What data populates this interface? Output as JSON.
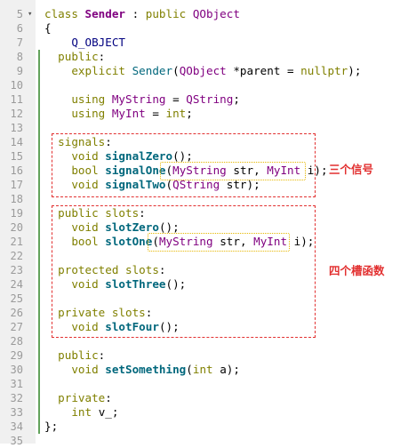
{
  "editor": {
    "line_numbers": [
      "5",
      "6",
      "7",
      "8",
      "9",
      "10",
      "11",
      "12",
      "13",
      "14",
      "15",
      "16",
      "17",
      "18",
      "19",
      "20",
      "21",
      "22",
      "23",
      "24",
      "25",
      "26",
      "27",
      "28",
      "29",
      "30",
      "31",
      "32",
      "33",
      "34",
      "35"
    ],
    "fold_markers": {
      "0": "▾"
    },
    "changed_lines": [
      3,
      4,
      5,
      6,
      7,
      8,
      9,
      10,
      11,
      12,
      13,
      14,
      15,
      16,
      17,
      18,
      19,
      20,
      21,
      22,
      23,
      24,
      25,
      26,
      27,
      28,
      29
    ],
    "lines": [
      [
        {
          "t": "class ",
          "c": "kw"
        },
        {
          "t": "Sender",
          "c": "ty b"
        },
        {
          "t": " : "
        },
        {
          "t": "public ",
          "c": "kw"
        },
        {
          "t": "QObject",
          "c": "ty"
        }
      ],
      [
        {
          "t": "{"
        }
      ],
      [
        {
          "t": "    "
        },
        {
          "t": "Q_OBJECT",
          "c": "mac"
        }
      ],
      [
        {
          "t": "  "
        },
        {
          "t": "public",
          "c": "kw"
        },
        {
          "t": ":"
        }
      ],
      [
        {
          "t": "    "
        },
        {
          "t": "explicit ",
          "c": "kw"
        },
        {
          "t": "Sender",
          "c": "fp"
        },
        {
          "t": "("
        },
        {
          "t": "QObject",
          "c": "ty"
        },
        {
          "t": " *parent = "
        },
        {
          "t": "nullptr",
          "c": "kw"
        },
        {
          "t": ");"
        }
      ],
      [],
      [
        {
          "t": "    "
        },
        {
          "t": "using ",
          "c": "kw"
        },
        {
          "t": "MyString",
          "c": "ty"
        },
        {
          "t": " = "
        },
        {
          "t": "QString",
          "c": "ty"
        },
        {
          "t": ";"
        }
      ],
      [
        {
          "t": "    "
        },
        {
          "t": "using ",
          "c": "kw"
        },
        {
          "t": "MyInt",
          "c": "ty"
        },
        {
          "t": " = "
        },
        {
          "t": "int",
          "c": "kw"
        },
        {
          "t": ";"
        }
      ],
      [],
      [
        {
          "t": "  "
        },
        {
          "t": "signals",
          "c": "kw"
        },
        {
          "t": ":"
        }
      ],
      [
        {
          "t": "    "
        },
        {
          "t": "void ",
          "c": "kw"
        },
        {
          "t": "signalZero",
          "c": "fn"
        },
        {
          "t": "();"
        }
      ],
      [
        {
          "t": "    "
        },
        {
          "t": "bool ",
          "c": "kw"
        },
        {
          "t": "signalOne",
          "c": "fn"
        },
        {
          "t": "("
        },
        {
          "t": "MyString",
          "c": "ty"
        },
        {
          "t": " str, "
        },
        {
          "t": "MyInt",
          "c": "ty"
        },
        {
          "t": " i);"
        }
      ],
      [
        {
          "t": "    "
        },
        {
          "t": "void ",
          "c": "kw"
        },
        {
          "t": "signalTwo",
          "c": "fn"
        },
        {
          "t": "("
        },
        {
          "t": "QString",
          "c": "ty"
        },
        {
          "t": " str);"
        }
      ],
      [],
      [
        {
          "t": "  "
        },
        {
          "t": "public ",
          "c": "kw"
        },
        {
          "t": "slots",
          "c": "kw"
        },
        {
          "t": ":"
        }
      ],
      [
        {
          "t": "    "
        },
        {
          "t": "void ",
          "c": "kw"
        },
        {
          "t": "slotZero",
          "c": "fn"
        },
        {
          "t": "();"
        }
      ],
      [
        {
          "t": "    "
        },
        {
          "t": "bool ",
          "c": "kw"
        },
        {
          "t": "slotOne",
          "c": "fn"
        },
        {
          "t": "("
        },
        {
          "t": "MyString",
          "c": "ty"
        },
        {
          "t": " str, "
        },
        {
          "t": "MyInt",
          "c": "ty"
        },
        {
          "t": " i);"
        }
      ],
      [],
      [
        {
          "t": "  "
        },
        {
          "t": "protected ",
          "c": "kw"
        },
        {
          "t": "slots",
          "c": "kw"
        },
        {
          "t": ":"
        }
      ],
      [
        {
          "t": "    "
        },
        {
          "t": "void ",
          "c": "kw"
        },
        {
          "t": "slotThree",
          "c": "fn"
        },
        {
          "t": "();"
        }
      ],
      [],
      [
        {
          "t": "  "
        },
        {
          "t": "private ",
          "c": "kw"
        },
        {
          "t": "slots",
          "c": "kw"
        },
        {
          "t": ":"
        }
      ],
      [
        {
          "t": "    "
        },
        {
          "t": "void ",
          "c": "kw"
        },
        {
          "t": "slotFour",
          "c": "fn"
        },
        {
          "t": "();"
        }
      ],
      [],
      [
        {
          "t": "  "
        },
        {
          "t": "public",
          "c": "kw"
        },
        {
          "t": ":"
        }
      ],
      [
        {
          "t": "    "
        },
        {
          "t": "void ",
          "c": "kw"
        },
        {
          "t": "setSomething",
          "c": "fn"
        },
        {
          "t": "("
        },
        {
          "t": "int",
          "c": "kw"
        },
        {
          "t": " a);"
        }
      ],
      [],
      [
        {
          "t": "  "
        },
        {
          "t": "private",
          "c": "kw"
        },
        {
          "t": ":"
        }
      ],
      [
        {
          "t": "    "
        },
        {
          "t": "int ",
          "c": "kw"
        },
        {
          "t": "v_;"
        }
      ],
      [
        {
          "t": "};"
        }
      ],
      []
    ]
  },
  "annotations": {
    "signals_label": "三个信号",
    "slots_label": "四个槽函数"
  },
  "colors": {
    "keyword": "#808000",
    "type": "#800080",
    "function": "#00677c",
    "macro": "#000080",
    "annotation_red": "#e23030",
    "annotation_yellow": "#e6b800",
    "change_marker": "#63a35c",
    "gutter_bg": "#f0f0f0"
  }
}
